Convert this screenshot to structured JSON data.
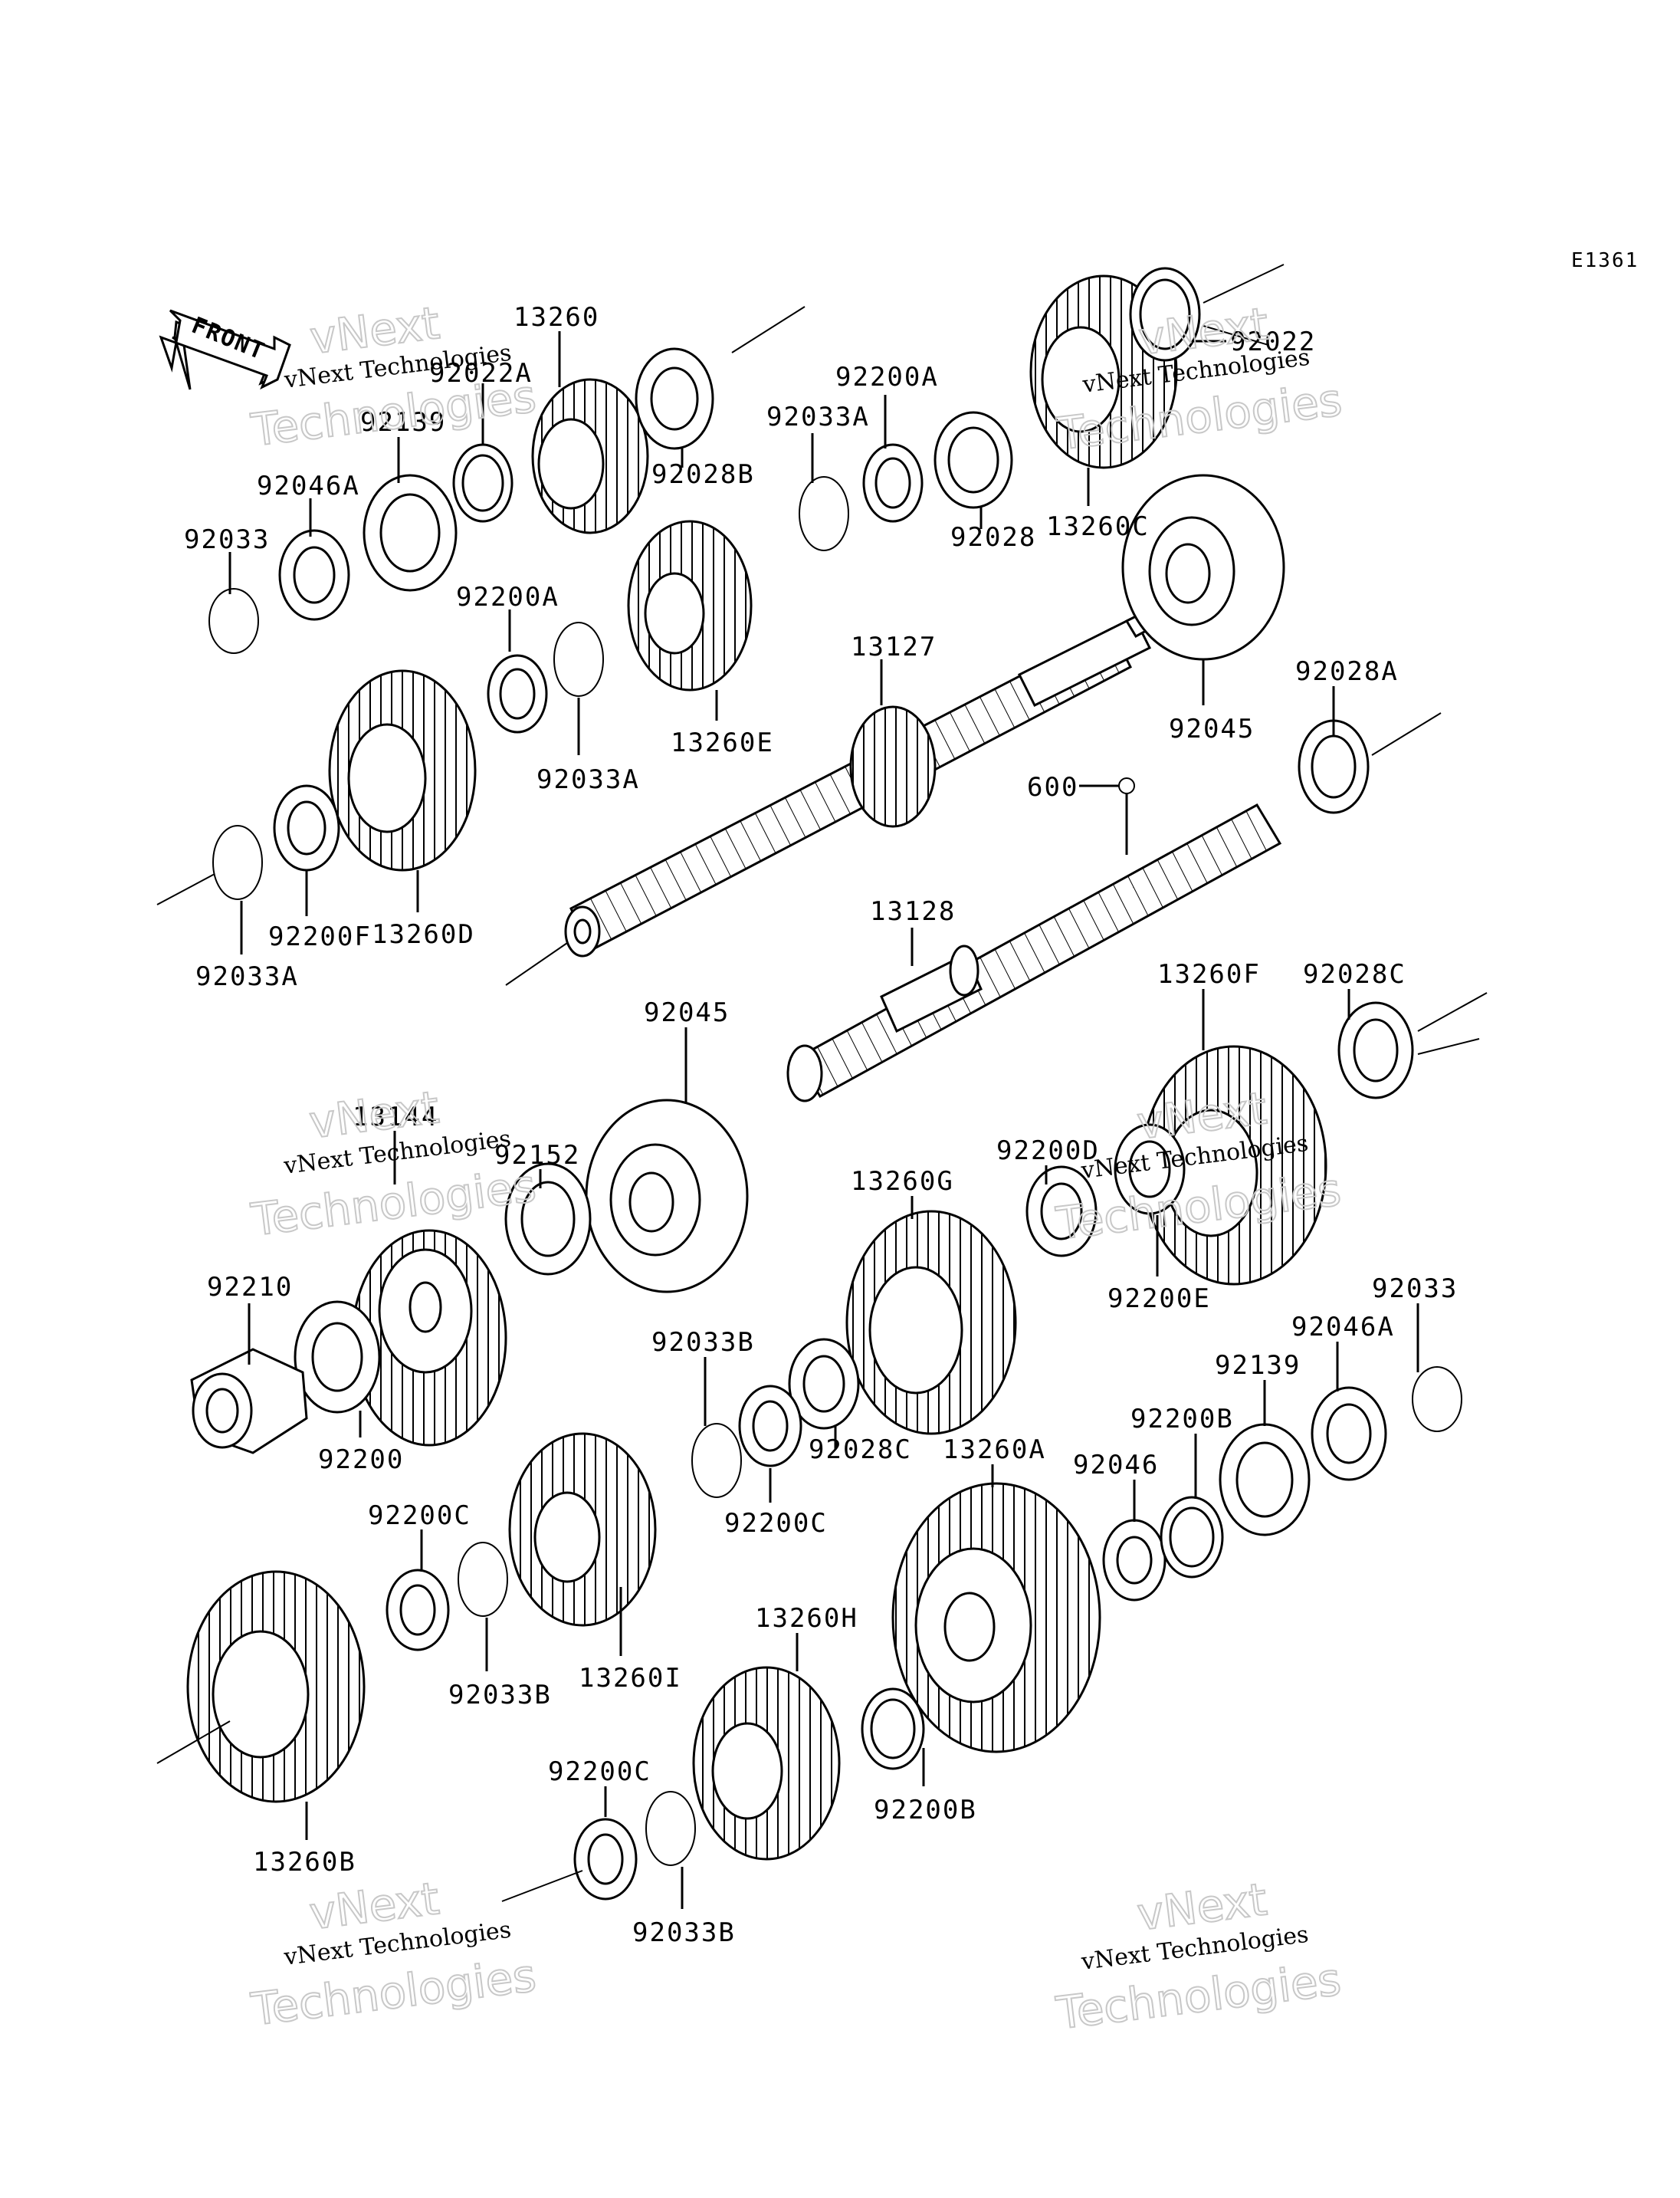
{
  "diagram_code": "E1361",
  "front_label": "FRONT",
  "watermark": {
    "line1": "vNext Technologies",
    "line2": "Technologies",
    "line3": "vNext"
  },
  "parts": [
    {
      "id": "p13260",
      "label": "13260"
    },
    {
      "id": "p92022a",
      "label": "92022A"
    },
    {
      "id": "p92139a",
      "label": "92139"
    },
    {
      "id": "p92046a_top",
      "label": "92046A"
    },
    {
      "id": "p92033_top",
      "label": "92033"
    },
    {
      "id": "p92028b",
      "label": "92028B"
    },
    {
      "id": "p92200a_top",
      "label": "92200A"
    },
    {
      "id": "p92033a_top",
      "label": "92033A"
    },
    {
      "id": "p92028",
      "label": "92028"
    },
    {
      "id": "p92022",
      "label": "92022"
    },
    {
      "id": "p13260c",
      "label": "13260C"
    },
    {
      "id": "p92200a_mid",
      "label": "92200A"
    },
    {
      "id": "p92033a_mid",
      "label": "92033A"
    },
    {
      "id": "p13260e",
      "label": "13260E"
    },
    {
      "id": "p13127",
      "label": "13127"
    },
    {
      "id": "p92045_top",
      "label": "92045"
    },
    {
      "id": "p92028a",
      "label": "92028A"
    },
    {
      "id": "p600",
      "label": "600"
    },
    {
      "id": "p13260d",
      "label": "13260D"
    },
    {
      "id": "p92200f",
      "label": "92200F"
    },
    {
      "id": "p92033a_left",
      "label": "92033A"
    },
    {
      "id": "p13128",
      "label": "13128"
    },
    {
      "id": "p92045_mid",
      "label": "92045"
    },
    {
      "id": "p13260f",
      "label": "13260F"
    },
    {
      "id": "p92028c_right",
      "label": "92028C"
    },
    {
      "id": "p13144",
      "label": "13144"
    },
    {
      "id": "p92152",
      "label": "92152"
    },
    {
      "id": "p92200d",
      "label": "92200D"
    },
    {
      "id": "p13260g",
      "label": "13260G"
    },
    {
      "id": "p92200e",
      "label": "92200E"
    },
    {
      "id": "p92210",
      "label": "92210"
    },
    {
      "id": "p92200",
      "label": "92200"
    },
    {
      "id": "p92033b_a",
      "label": "92033B"
    },
    {
      "id": "p92028c_mid",
      "label": "92028C"
    },
    {
      "id": "p92200c_a",
      "label": "92200C"
    },
    {
      "id": "p92033_right",
      "label": "92033"
    },
    {
      "id": "p92046a_right",
      "label": "92046A"
    },
    {
      "id": "p92139_right",
      "label": "92139"
    },
    {
      "id": "p92200b_a",
      "label": "92200B"
    },
    {
      "id": "p92046",
      "label": "92046"
    },
    {
      "id": "p13260a",
      "label": "13260A"
    },
    {
      "id": "p92200c_b",
      "label": "92200C"
    },
    {
      "id": "p92033b_b",
      "label": "92033B"
    },
    {
      "id": "p13260i",
      "label": "13260I"
    },
    {
      "id": "p13260h",
      "label": "13260H"
    },
    {
      "id": "p92200b_b",
      "label": "92200B"
    },
    {
      "id": "p13260b",
      "label": "13260B"
    },
    {
      "id": "p92200c_c",
      "label": "92200C"
    },
    {
      "id": "p92033b_c",
      "label": "92033B"
    }
  ]
}
